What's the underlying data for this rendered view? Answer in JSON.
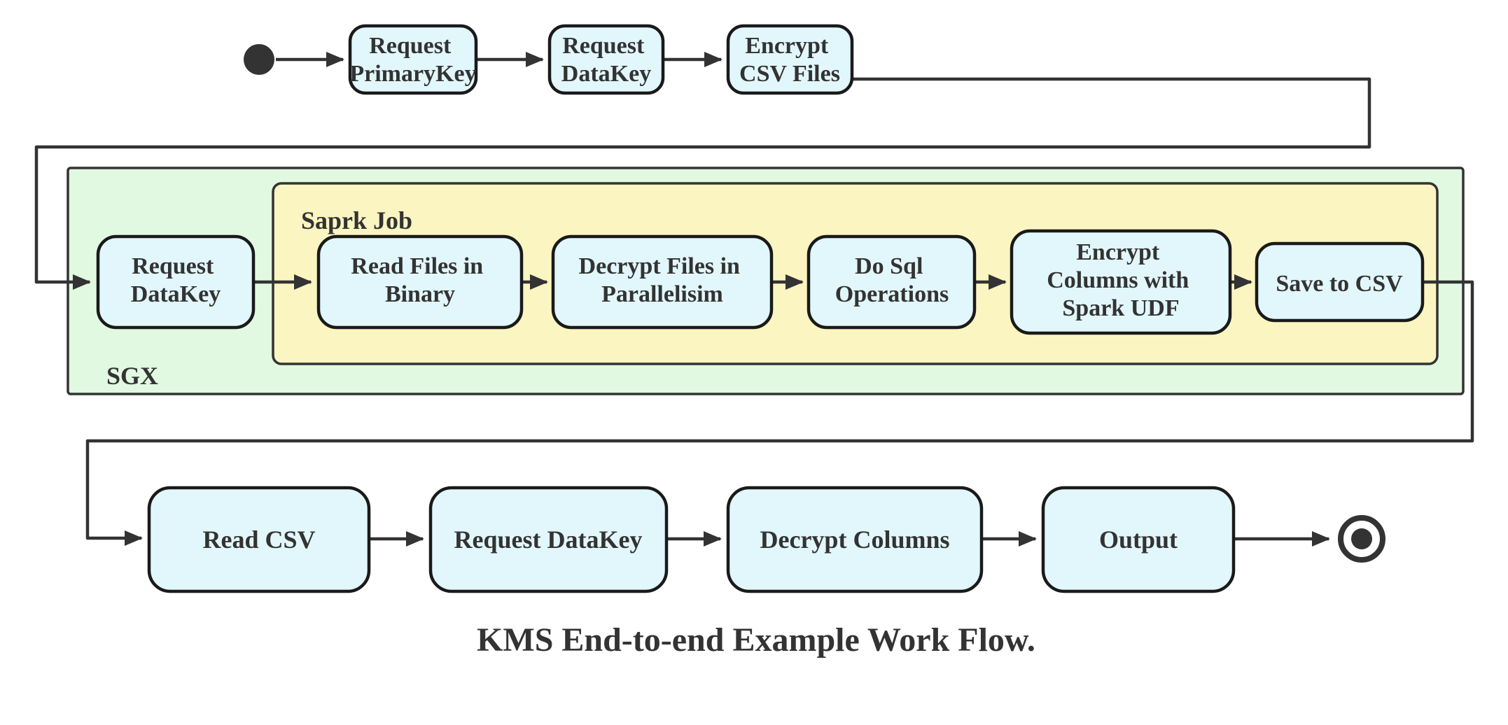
{
  "diagram": {
    "caption": "KMS End-to-end Example Work Flow.",
    "containers": {
      "sgx": {
        "label": "SGX"
      },
      "spark_job": {
        "label": "Saprk Job"
      }
    },
    "nodes": {
      "start": {
        "type": "start-state"
      },
      "request_primarykey": {
        "line1": "Request",
        "line2": "PrimaryKey"
      },
      "request_datakey_top": {
        "line1": "Request",
        "line2": "DataKey"
      },
      "encrypt_csv_files": {
        "line1": "Encrypt",
        "line2": "CSV Files"
      },
      "request_datakey_sgx": {
        "line1": "Request",
        "line2": "DataKey"
      },
      "read_files_in_binary": {
        "line1": "Read Files in",
        "line2": "Binary"
      },
      "decrypt_files_in_parallelisim": {
        "line1": "Decrypt Files in",
        "line2": "Parallelisim"
      },
      "do_sql_operations": {
        "line1": "Do Sql",
        "line2": "Operations"
      },
      "encrypt_columns_with_spark_udf": {
        "line1": "Encrypt",
        "line2": "Columns with",
        "line3": "Spark UDF"
      },
      "save_to_csv": {
        "label": "Save to CSV"
      },
      "read_csv": {
        "label": "Read CSV"
      },
      "request_datakey_bottom": {
        "label": "Request DataKey"
      },
      "decrypt_columns": {
        "label": "Decrypt Columns"
      },
      "output": {
        "label": "Output"
      },
      "end": {
        "type": "end-state"
      }
    },
    "edges": [
      {
        "from": "start",
        "to": "request_primarykey"
      },
      {
        "from": "request_primarykey",
        "to": "request_datakey_top"
      },
      {
        "from": "request_datakey_top",
        "to": "encrypt_csv_files"
      },
      {
        "from": "encrypt_csv_files",
        "to": "request_datakey_sgx"
      },
      {
        "from": "request_datakey_sgx",
        "to": "read_files_in_binary"
      },
      {
        "from": "read_files_in_binary",
        "to": "decrypt_files_in_parallelisim"
      },
      {
        "from": "decrypt_files_in_parallelisim",
        "to": "do_sql_operations"
      },
      {
        "from": "do_sql_operations",
        "to": "encrypt_columns_with_spark_udf"
      },
      {
        "from": "encrypt_columns_with_spark_udf",
        "to": "save_to_csv"
      },
      {
        "from": "save_to_csv",
        "to": "read_csv"
      },
      {
        "from": "read_csv",
        "to": "request_datakey_bottom"
      },
      {
        "from": "request_datakey_bottom",
        "to": "decrypt_columns"
      },
      {
        "from": "decrypt_columns",
        "to": "output"
      },
      {
        "from": "output",
        "to": "end"
      }
    ],
    "colors": {
      "node_fill": "#E2F7FB",
      "node_stroke": "#1A1A1A",
      "sgx_fill": "#E1F8E1",
      "spark_job_fill": "#FBF5C1",
      "container_stroke": "#333333",
      "edge_color": "#333333",
      "text_color": "#333333",
      "terminal_color": "#333333",
      "background": "#FFFFFF"
    }
  }
}
